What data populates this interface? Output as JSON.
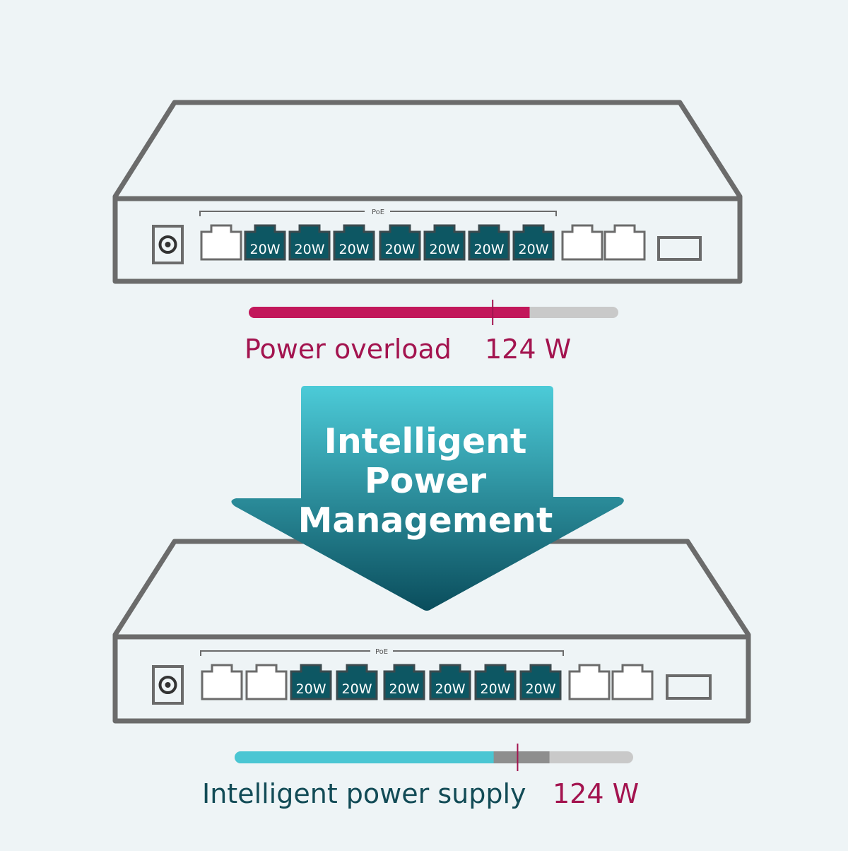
{
  "colors": {
    "background": "#eef4f6",
    "outline": "#6b6b6b",
    "port_active": "#0d5763",
    "overload_bar": "#c2185b",
    "overload_text": "#a3144f",
    "teal_bar": "#4ac6d3",
    "bar_track": "#c9c9c9",
    "bar_reserve": "#8e8e8e",
    "arrow_top": "#4ccbd8",
    "arrow_bottom": "#0a4d5c",
    "supply_text": "#124b56"
  },
  "top_switch": {
    "poe_label": "PoE",
    "port_labels": [
      "20W",
      "20W",
      "20W",
      "20W",
      "20W",
      "20W",
      "20W"
    ],
    "power_bar": {
      "demand_fraction": 0.76,
      "budget_fraction": 0.66
    },
    "status_label": "Power overload",
    "power_value": "124 W"
  },
  "arrow": {
    "line1": "Intelligent",
    "line2": "Power",
    "line3": "Management"
  },
  "bottom_switch": {
    "poe_label": "PoE",
    "port_labels": [
      "20W",
      "20W",
      "20W",
      "20W",
      "20W",
      "20W"
    ],
    "power_bar": {
      "used_fraction": 0.65,
      "reserve_fraction": 0.79,
      "budget_fraction": 0.71
    },
    "status_label": "Intelligent power supply",
    "power_value": "124 W"
  }
}
